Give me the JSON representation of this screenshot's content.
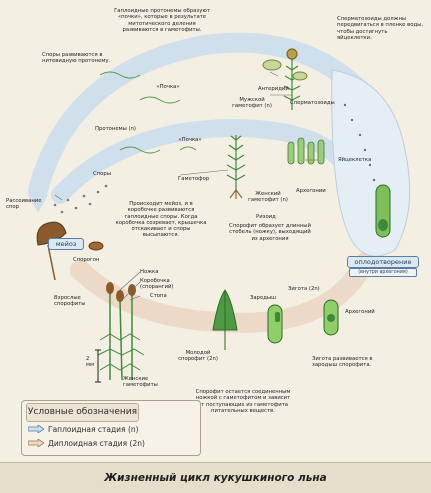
{
  "labels": {
    "gamet_proto": "Гаплоидные протонемы образуют «почки», которые в результате митотического деления развиваются в гаметофиты.",
    "spores_develop": "Споры развиваются в нитевидную протонему.",
    "bud_top": "«Почка»",
    "antheridium": "Антеридий",
    "male_gametophyte": "Мужской гаметофит (n)",
    "spermatozoa": "Сперматозоиды",
    "sperm_move": "Сперматозоиды должны передвигаться в пленке воды, чтобы достигнуть яйцеклетки.",
    "protonema": "Протонемы (n)",
    "spores": "Споры",
    "bud_mid": "«Почка»",
    "egg_cell": "Яйцеклетка",
    "archegonia": "Архегонии",
    "gametophore": "Гаметофор",
    "female_gametophyte": "Женский гаметофит (n)",
    "rhizoid": "Ризоид",
    "spore_dispersal": "Рассеивание спор",
    "meiosis_text": "Происходит мейоз, и в коробочке развиваются гаплоидные споры. Когда коробочка созревает, крышечка отскакивает и споры высыпаются.",
    "sporogon": "Спорогон",
    "sporophyte_stalk": "Спорофит образует длинный стебель (ножку), выходящий из архегония",
    "meiosis_tag": "мейоз",
    "fertilization_tag": "оплодотворение",
    "fertilization_sub": "(внутри архегония)",
    "stalk": "Ножка",
    "capsule": "Коробочка (спорангий)",
    "foot": "Стопа",
    "adult_sporophytes": "Взрослые спорофиты",
    "zygote": "Зигота (2n)",
    "embryos": "Зародыш",
    "archegonium": "Архегоний",
    "scale": "2 мм",
    "female_gametophytes": "Женские гаметофиты",
    "young_sporophyte": "Молодой спорофит (2n)",
    "zygote_develops": "Зигота развивается в зародыш спорофита.",
    "sporophyte_attached": "Спорофит остается соединенным ножкой с гаметофитом и зависит от поступающих из гаметофита питательных веществ."
  },
  "legend": {
    "title": "Условные обозначения",
    "haploid": "Гаплоидная стадия (n)",
    "diploid": "Диплоидная стадия (2n)"
  },
  "footer": {
    "title": "Жизненный цикл кукушкиного льна"
  },
  "colors": {
    "haploid_arrow": "#cfe0ec",
    "diploid_arrow": "#ecd9c8",
    "moss_green": "#3f8a3a",
    "capsule_brown": "#8a5a2b"
  }
}
